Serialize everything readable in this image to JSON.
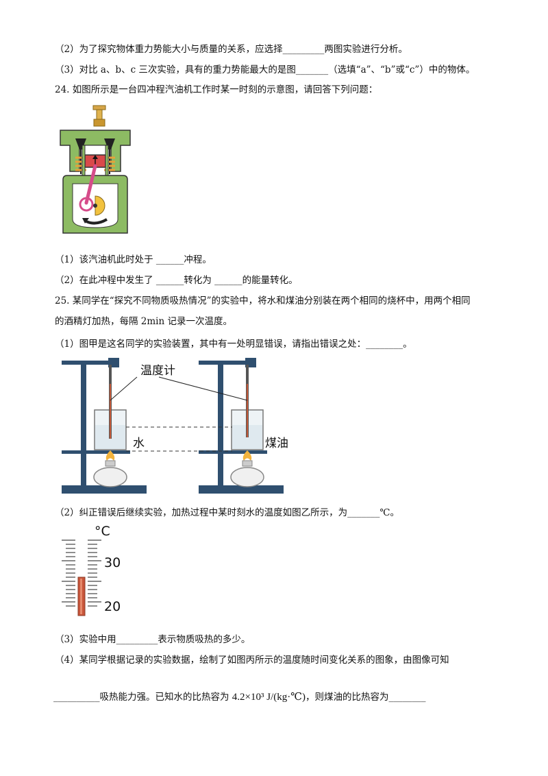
{
  "q23": {
    "part2": "（2）为了探究物体重力势能大小与质量的关系，应选择_________两图实验进行分析。",
    "part3": "（3）对比 a、b、c 三次实验，具有的重力势能最大的是图_______（选填“a”、“b”或“c”）中的物体。"
  },
  "q24": {
    "stem": "24. 如图所示是一台四冲程汽油机工作时某一时刻的示意图，请回答下列问题：",
    "part1": "（1）该汽油机此时处于 ______冲程。",
    "part2": "（2）在此冲程中发生了 ______转化为 ______的能量转化。"
  },
  "q25": {
    "stem_line1": "25. 某同学在“探究不同物质吸热情况”的实验中，将水和煤油分别装在两个相同的烧杯中，用两个相同",
    "stem_line2": "的酒精灯加热，每隔 2min 记录一次温度。",
    "part1": "（1）图甲是这名同学的实验装置，其中有一处明显错误，请指出错误之处：________。",
    "label_thermometer": "温度计",
    "label_water": "水",
    "label_kerosene": "煤油",
    "part2": "（2）纠正错误后继续实验，加热过程中某时刻水的温度如图乙所示，为_______℃。",
    "thermo_unit": "°C",
    "thermo_30": "30",
    "thermo_20": "20",
    "part3": "（3）实验中用_________表示物质吸热的多少。",
    "part4_line1": "（4）某同学根据记录的实验数据，绘制了如图丙所示的温度随时间变化关系的图象，由图像可知",
    "part4_blank": "__________",
    "part4_text_a": "吸热能力强。已知水的比热容为",
    "formula": "4.2×10³ J/(kg·℃)",
    "part4_text_b": "，则煤油的比热容为________"
  }
}
